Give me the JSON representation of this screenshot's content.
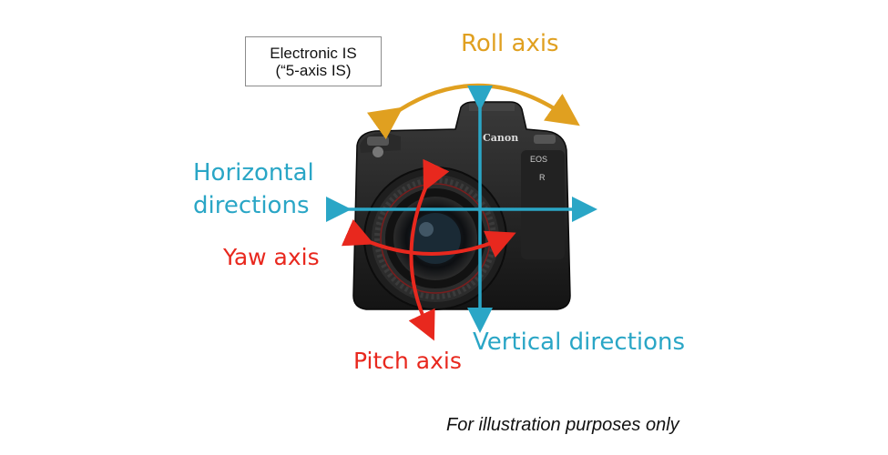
{
  "diagram": {
    "box_line1": "Electronic IS",
    "box_line2": "(“5-axis IS)",
    "roll_label": "Roll axis",
    "horizontal_line1": "Horizontal",
    "horizontal_line2": "directions",
    "yaw_label": "Yaw axis",
    "pitch_label": "Pitch axis",
    "vertical_label": "Vertical directions",
    "camera_brand": "Canon",
    "camera_model": "EOS",
    "camera_model_letter": "R",
    "footnote": "For illustration purposes only"
  },
  "colors": {
    "roll": "#e0a020",
    "blue": "#2aa6c6",
    "red": "#e8281e",
    "camera_body": "#1a1a1a"
  },
  "icons": [
    "camera-icon",
    "roll-arrow-icon",
    "horizontal-arrow-icon",
    "vertical-arrow-icon",
    "yaw-arrow-icon",
    "pitch-arrow-icon"
  ]
}
